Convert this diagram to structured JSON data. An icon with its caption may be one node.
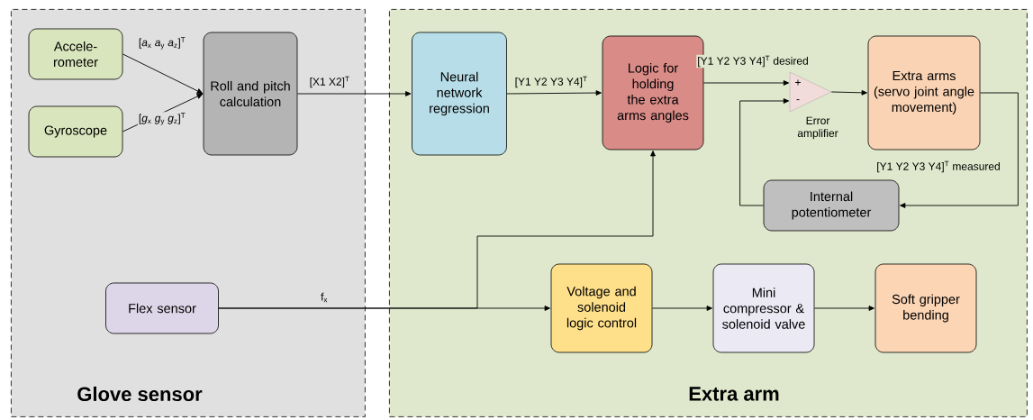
{
  "diagram": {
    "nodes": [
      {
        "text": [
          "Glove sensor"
        ]
      },
      {
        "text": [
          "Accele- rometer"
        ],
        "in": 0
      },
      {
        "text": [
          "Gyroscope"
        ],
        "in": 0
      },
      {
        "text": [
          "Roll and pitch calculation"
        ],
        "in": 0
      },
      {
        "text": [
          "Flex sensor"
        ],
        "in": 0
      },
      {
        "text": [
          "Extra arm"
        ]
      },
      {
        "text": [
          "Neural network regression"
        ],
        "in": 5
      },
      {
        "text": [
          "Logic for holding the extra arms angles"
        ],
        "in": 5
      },
      {
        "text": [
          "+",
          "-"
        ],
        "in": 5,
        "beside": [
          "Error amplifier"
        ]
      },
      {
        "text": [
          "Extra arms (servo joint angle movement)"
        ],
        "in": 5
      },
      {
        "text": [
          "Internal potentiometer"
        ],
        "in": 5
      },
      {
        "text": [
          "Voltage and solenoid logic control"
        ],
        "in": 5
      },
      {
        "text": [
          "Mini compressor & solenoid valve"
        ],
        "in": 5
      },
      {
        "text": [
          "Soft gripper bending"
        ],
        "in": 5
      }
    ],
    "edges": [
      {
        "from": 1,
        "to": 3,
        "arrow": "to",
        "label": "[*a*$_{x}$ *a*$_{y}$ *a*$_{z}$]$^{T}$"
      },
      {
        "from": 2,
        "to": 3,
        "arrow": "to",
        "label": "[*g*$_{x}$ *g*$_{y}$ *g*$_{z}$]$^{T}$"
      },
      {
        "from": 3,
        "to": 6,
        "arrow": "to",
        "label": "[X1 X2]$^{T}$"
      },
      {
        "from": 6,
        "to": 7,
        "arrow": "to",
        "label": "[Y1 Y2 Y3 Y4]$^{T}$"
      },
      {
        "from": 7,
        "to": 8,
        "arrow": "to",
        "label": "[Y1 Y2 Y3 Y4]$^{T}$ desired"
      },
      {
        "from": 8,
        "to": 9,
        "arrow": "to"
      },
      {
        "from": 9,
        "to": 10,
        "arrow": "to",
        "label": "[Y1 Y2 Y3 Y4]$^{T}$ measured"
      },
      {
        "from": 10,
        "to": 8,
        "arrow": "to"
      },
      {
        "from": 4,
        "to": 11,
        "arrow": "to",
        "label": "f$_{x}$"
      },
      {
        "from": 4,
        "to": 7,
        "arrow": "to"
      },
      {
        "from": 11,
        "to": 12,
        "arrow": "to"
      },
      {
        "from": 12,
        "to": 13,
        "arrow": "to"
      }
    ]
  }
}
